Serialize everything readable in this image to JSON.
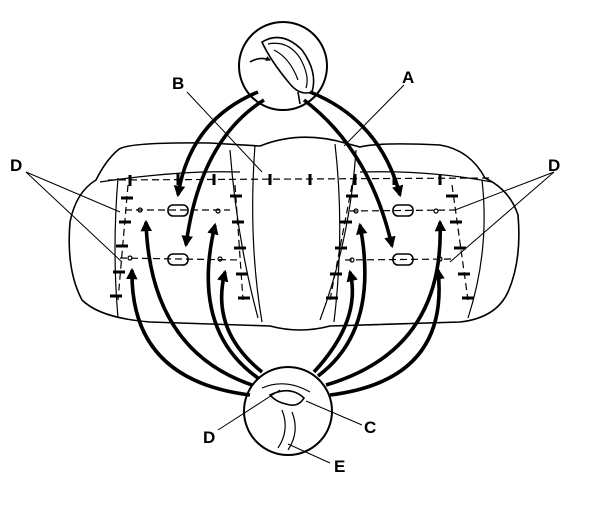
{
  "labels": {
    "a": "A",
    "b": "B",
    "c": "C",
    "d_left": "D",
    "d_right": "D",
    "d_bottom": "D",
    "e": "E"
  },
  "colors": {
    "line": "#000000",
    "background": "#ffffff"
  }
}
